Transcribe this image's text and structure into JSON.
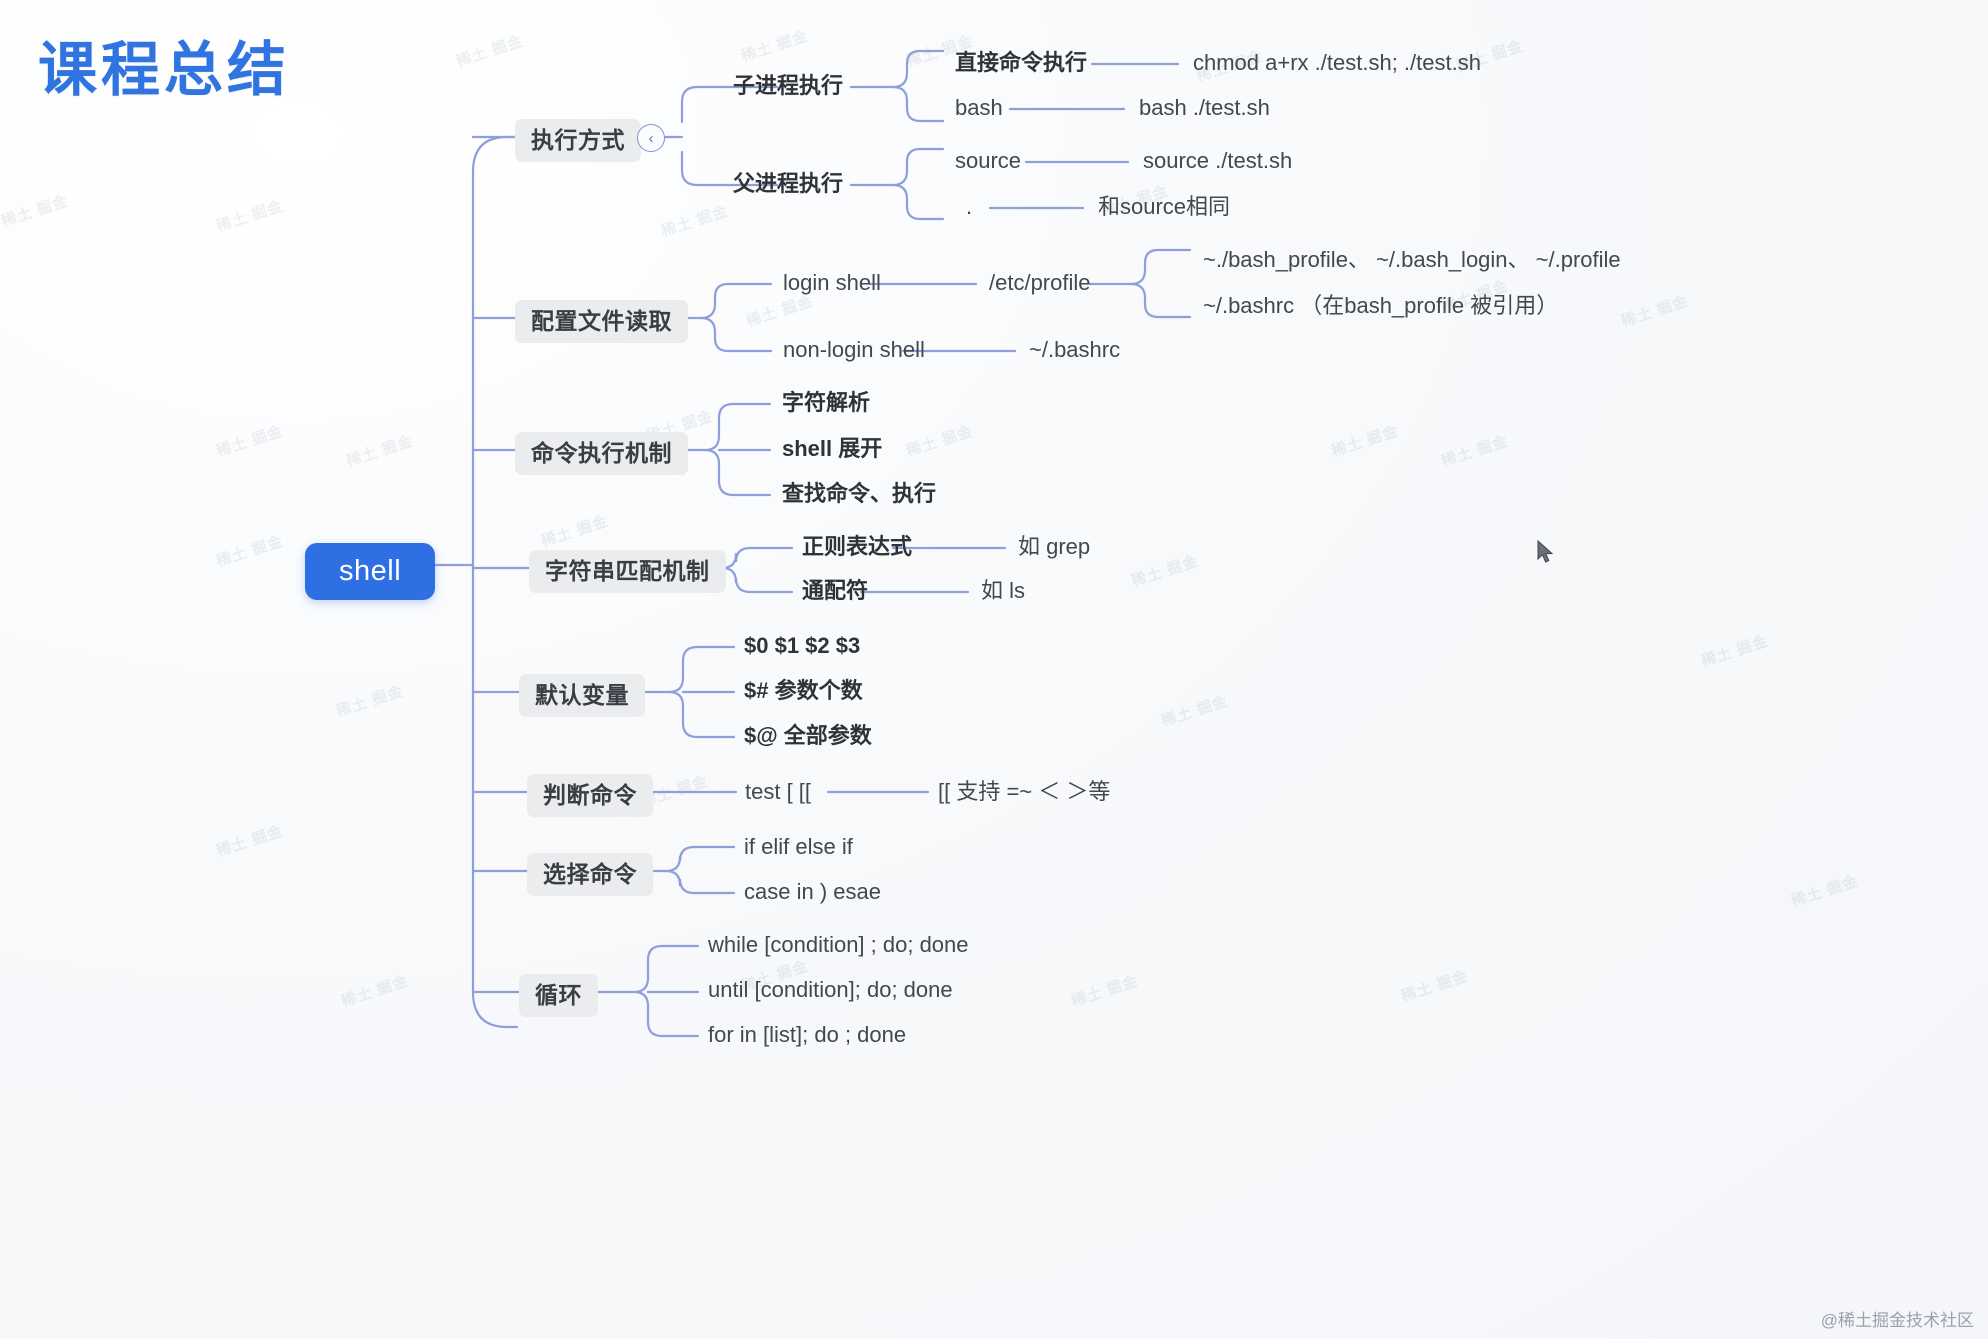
{
  "page": {
    "title": "课程总结",
    "credit": "@稀土掘金技术社区",
    "accent_color": "#2f6fe4",
    "wire_color": "#8f9fdb",
    "chip_bg": "#ebecee"
  },
  "root": {
    "label": "shell"
  },
  "collapse_badge": {
    "icon": "chevron-left-icon",
    "glyph": "‹"
  },
  "watermarks": [
    "稀土 掘金",
    "稀土 掘金",
    "稀土 掘金",
    "稀土 掘金",
    "稀土 掘金",
    "稀土 掘金",
    "稀土 掘金",
    "稀土 掘金",
    "稀土 掘金",
    "稀土 掘金",
    "稀土 掘金",
    "稀土 掘金"
  ],
  "branches": [
    {
      "label": "执行方式",
      "children": [
        {
          "label": "子进程执行",
          "children": [
            {
              "label": "直接命令执行",
              "children": [
                {
                  "label": "chmod a+rx ./test.sh; ./test.sh"
                }
              ]
            },
            {
              "label": "bash",
              "children": [
                {
                  "label": "bash ./test.sh"
                }
              ]
            }
          ]
        },
        {
          "label": "父进程执行",
          "children": [
            {
              "label": "source",
              "children": [
                {
                  "label": "source ./test.sh"
                }
              ]
            },
            {
              "label": ".",
              "children": [
                {
                  "label": "和source相同"
                }
              ]
            }
          ]
        }
      ]
    },
    {
      "label": "配置文件读取",
      "children": [
        {
          "label": "login shell",
          "children": [
            {
              "label": "/etc/profile",
              "children": [
                {
                  "label": "~./bash_profile、 ~/.bash_login、 ~/.profile"
                },
                {
                  "label": "~/.bashrc （在bash_profile 被引用）"
                }
              ]
            }
          ]
        },
        {
          "label": "non-login shell",
          "children": [
            {
              "label": "~/.bashrc"
            }
          ]
        }
      ]
    },
    {
      "label": "命令执行机制",
      "children": [
        {
          "label": "字符解析"
        },
        {
          "label": "shell 展开"
        },
        {
          "label": "查找命令、执行"
        }
      ]
    },
    {
      "label": "字符串匹配机制",
      "children": [
        {
          "label": "正则表达式",
          "children": [
            {
              "label": "如 grep"
            }
          ]
        },
        {
          "label": "通配符",
          "children": [
            {
              "label": "如 ls"
            }
          ]
        }
      ]
    },
    {
      "label": "默认变量",
      "children": [
        {
          "label": "$0 $1 $2 $3"
        },
        {
          "label": "$# 参数个数"
        },
        {
          "label": "$@ 全部参数"
        }
      ]
    },
    {
      "label": "判断命令",
      "children": [
        {
          "label": "test [  [[",
          "children": [
            {
              "label": "[[ 支持 =~ ＜ ＞等"
            }
          ]
        }
      ]
    },
    {
      "label": "选择命令",
      "children": [
        {
          "label": "if elif  else if"
        },
        {
          "label": "case in  )  esae"
        }
      ]
    },
    {
      "label": "循环",
      "children": [
        {
          "label": "while  [condition] ; do;  done"
        },
        {
          "label": "until [condition]; do; done"
        },
        {
          "label": "for in [list]; do ; done"
        }
      ]
    }
  ]
}
